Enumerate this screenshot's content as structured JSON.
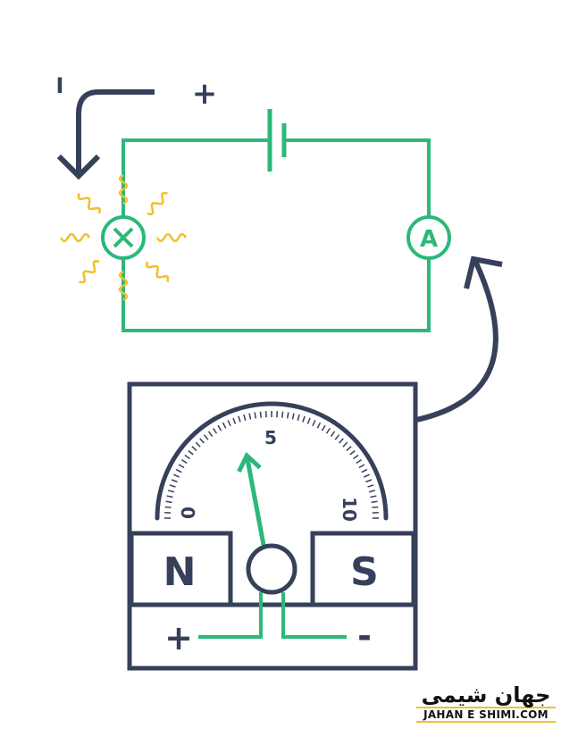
{
  "diagram": {
    "current_label": "I",
    "battery_plus": "+",
    "ammeter_label": "A",
    "gauge": {
      "min_label": "0",
      "mid_label": "5",
      "max_label": "10",
      "reading": 3.2
    },
    "magnet_north": "N",
    "magnet_south": "S",
    "terminal_plus": "+",
    "terminal_minus": "-"
  },
  "colors": {
    "dark": "#36405a",
    "green": "#2db87a",
    "yellow": "#f2bf2e"
  },
  "logo": {
    "persian": "جهان شیمی",
    "latin": "JAHAN E SHIMI.COM"
  }
}
